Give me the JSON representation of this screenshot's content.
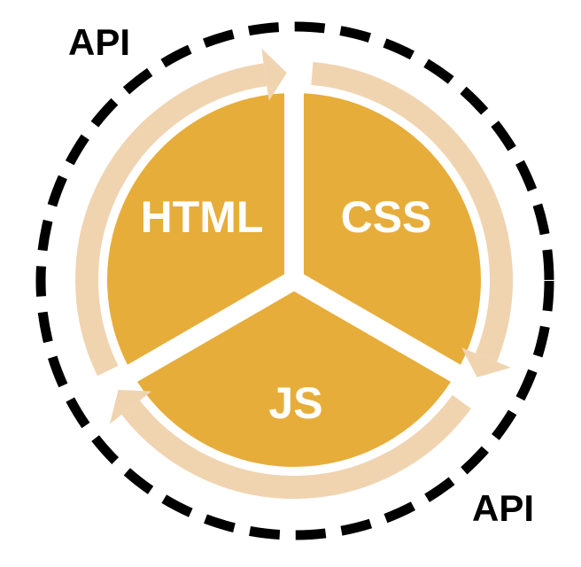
{
  "colors": {
    "slice": "#E7AD3A",
    "ring": "#F0D4B0",
    "dash": "#000000",
    "label": "#FFFFFF",
    "api": "#000000"
  },
  "slices": [
    {
      "label": "HTML"
    },
    {
      "label": "CSS"
    },
    {
      "label": "JS"
    }
  ],
  "api_labels": [
    "API",
    "API"
  ]
}
